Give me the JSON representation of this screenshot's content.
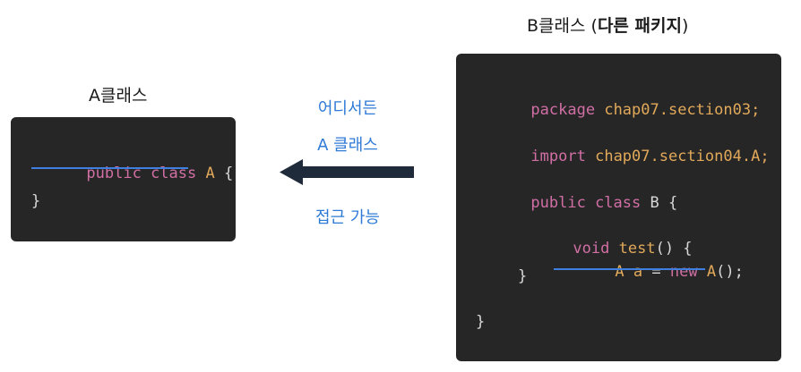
{
  "class_a": {
    "title": "A클래스",
    "code": {
      "line1": {
        "kw": "public class",
        "name": "A",
        "brace": "{"
      },
      "line2": "}"
    }
  },
  "class_b": {
    "title_prefix": "B클래스 (",
    "title_bold": "다른 패키지",
    "title_suffix": ")",
    "code": {
      "package_kw": "package",
      "package_name": "chap07.section03;",
      "import_kw": "import",
      "import_name": "chap07.section04.A;",
      "class_kw": "public class",
      "class_name": "B",
      "class_brace": "{",
      "method_kw": "void",
      "method_name": "test",
      "method_sig": "() {",
      "stmt_type": "A",
      "stmt_var": "a",
      "stmt_eq": "=",
      "stmt_new": "new",
      "stmt_ctor": "A",
      "stmt_end": "();",
      "method_close": "}",
      "class_close": "}"
    }
  },
  "arrow_label": {
    "line1": "어디서든",
    "line2": "A 클래스",
    "line3": "접근 가능"
  },
  "colors": {
    "keyword": "#d16fa5",
    "type": "#e2a95a",
    "plain": "#d8d8d8",
    "underline": "#3f7fe0",
    "label": "#2f7ad6",
    "arrow": "#1f2a3a",
    "code_bg": "#262626"
  }
}
